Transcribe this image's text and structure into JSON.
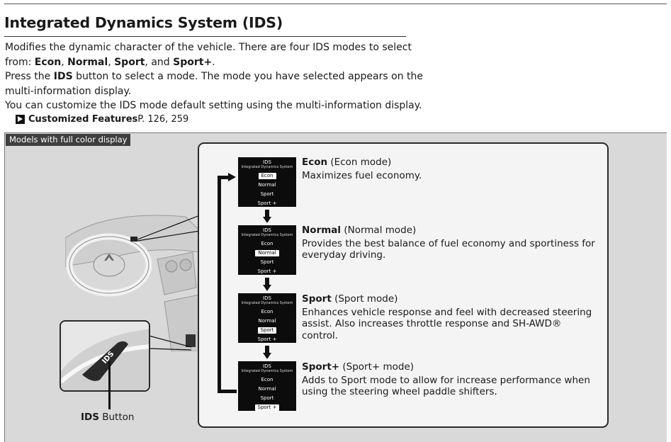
{
  "title": "Integrated Dynamics System (IDS)",
  "intro": {
    "line1": "Modifies the dynamic character of the vehicle. There are four IDS modes to select",
    "line2_prefix": "from: ",
    "m1": "Econ",
    "sep1": ", ",
    "m2": "Normal",
    "sep2": ", ",
    "m3": "Sport",
    "sep3": ", and ",
    "m4": "Sport+",
    "line2_end": ".",
    "press_prefix": "Press the ",
    "press_ids": "IDS",
    "press_rest": " button to select a mode. The mode you have selected appears on the",
    "press_line2": "multi-information display.",
    "customize": "You can customize the IDS mode default setting using the multi-information display."
  },
  "reference": {
    "label": "Customized Features",
    "pages": " P. 126, 259",
    "icon": "arrow-right-icon"
  },
  "panel_tag": "Models with full color display",
  "screen": {
    "title": "IDS",
    "subtitle": "Integrated Dynamics System",
    "options": [
      "Econ",
      "Normal",
      "Sport",
      "Sport +"
    ]
  },
  "modes": [
    {
      "name": "Econ",
      "paren": " (Econ mode)",
      "line1": "Maximizes fuel economy.",
      "line2": "",
      "selected": 0
    },
    {
      "name": "Normal",
      "paren": " (Normal mode)",
      "line1": "Provides the best balance of fuel economy and sportiness for",
      "line2": "everyday driving.",
      "selected": 1
    },
    {
      "name": "Sport",
      "paren": " (Sport mode)",
      "line1": "Enhances vehicle response and feel with decreased steering",
      "line2": "assist. Also increases throttle response and SH-AWD® control.",
      "selected": 2
    },
    {
      "name": "Sport+",
      "paren": " (Sport+ mode)",
      "line1": "Adds to Sport mode to allow for increase performance when",
      "line2": "using the steering wheel paddle shifters.",
      "selected": 3
    }
  ],
  "button_caption": {
    "bold": "IDS",
    "rest": " Button"
  },
  "button_label": "IDS"
}
